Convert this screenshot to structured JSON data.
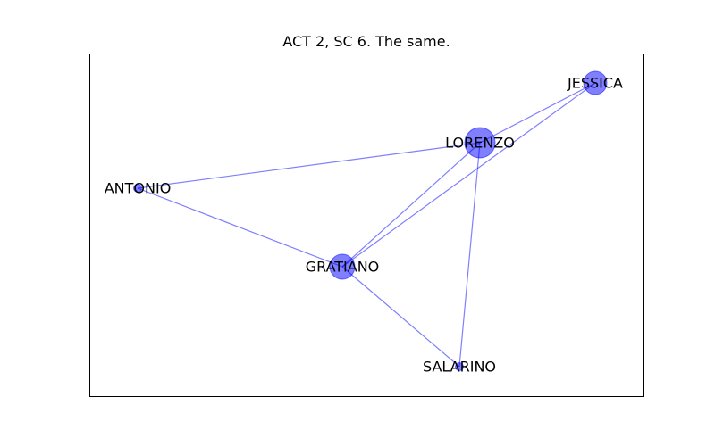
{
  "title": "ACT 2, SC 6. The same.",
  "style": {
    "node_color": "#0000ff",
    "edge_color": "#0000ff",
    "frame_color": "#000000",
    "background": "#ffffff"
  },
  "nodes": [
    {
      "id": "jessica",
      "label": "JESSICA"
    },
    {
      "id": "lorenzo",
      "label": "LORENZO"
    },
    {
      "id": "antonio",
      "label": "ANTONIO"
    },
    {
      "id": "gratiano",
      "label": "GRATIANO"
    },
    {
      "id": "salarino",
      "label": "SALARINO"
    }
  ],
  "edges": [
    {
      "source": "lorenzo",
      "target": "antonio"
    },
    {
      "source": "lorenzo",
      "target": "jessica"
    },
    {
      "source": "lorenzo",
      "target": "gratiano"
    },
    {
      "source": "lorenzo",
      "target": "salarino"
    },
    {
      "source": "jessica",
      "target": "gratiano"
    },
    {
      "source": "antonio",
      "target": "gratiano"
    },
    {
      "source": "gratiano",
      "target": "salarino"
    }
  ]
}
